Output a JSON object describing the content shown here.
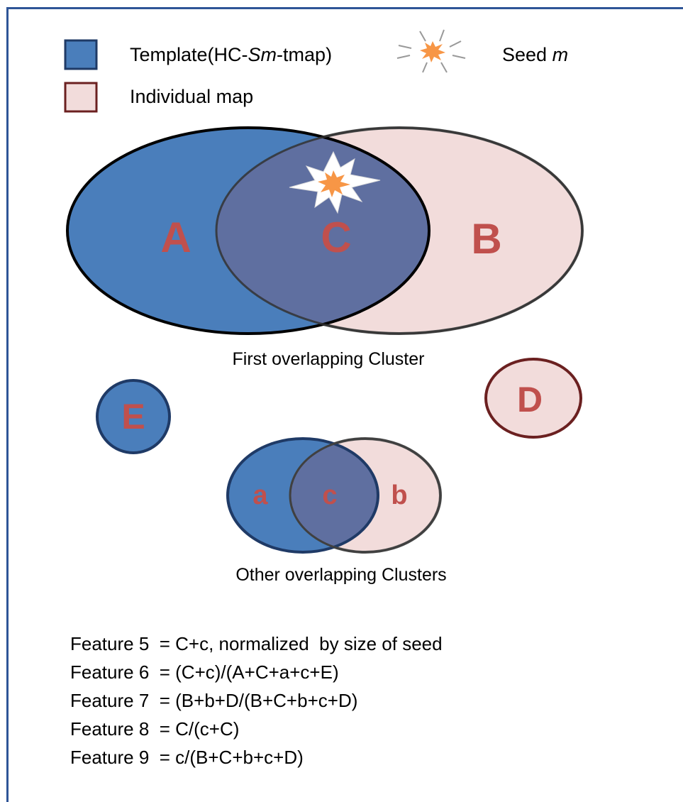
{
  "legend": {
    "template_label": "Template(HC-",
    "template_label_italic": "Sm",
    "template_label_end": "-tmap)",
    "individual_label": "Individual map",
    "seed_label": "Seed ",
    "seed_label_italic": "m"
  },
  "regions": {
    "A": "A",
    "B": "B",
    "C": "C",
    "D": "D",
    "E": "E",
    "a": "a",
    "b": "b",
    "c": "c"
  },
  "captions": {
    "first": "First overlapping Cluster",
    "other": "Other overlapping  Clusters"
  },
  "features": [
    "Feature 5  = C+c, normalized  by size of seed",
    "Feature 6  = (C+c)/(A+C+a+c+E)",
    "Feature 7  = (B+b+D/(B+C+b+c+D)",
    "Feature 8  = C/(c+C)",
    "Feature 9  = c/(B+C+b+c+D)"
  ],
  "colors": {
    "template_fill": "#4a7ebb",
    "template_stroke": "#1f3a66",
    "individual_fill": "#f2dcdb",
    "individual_stroke": "#6b2020",
    "overlap_fill": "#5f6fa0",
    "letter": "#c0504d",
    "seed_orange": "#f79646",
    "frame": "#2f5597"
  },
  "icons": {
    "seed": "starburst-icon"
  }
}
